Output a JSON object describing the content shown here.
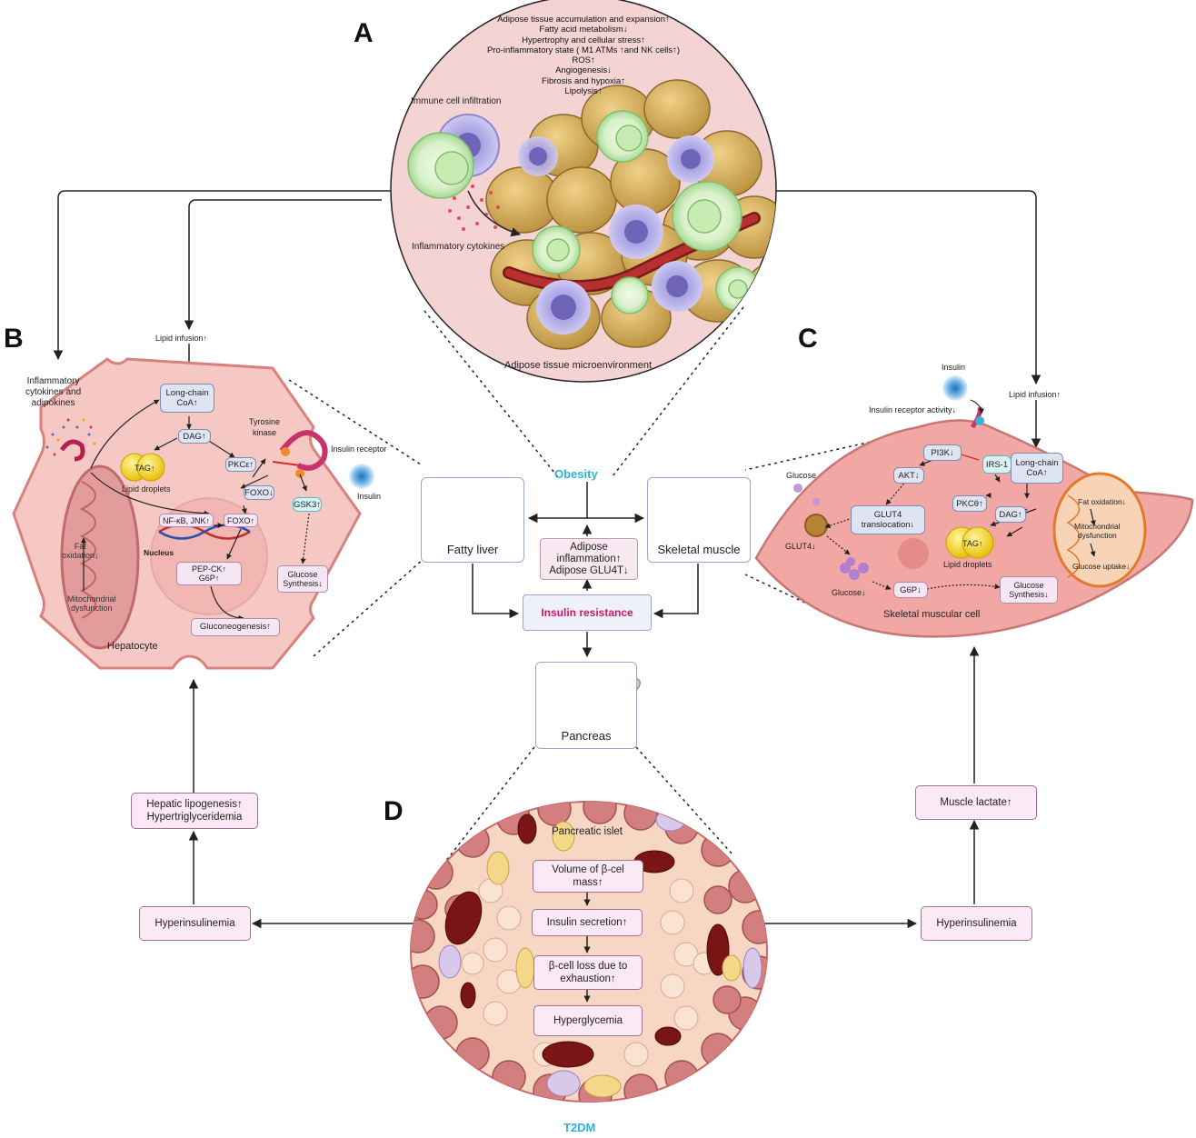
{
  "panels": {
    "a": "A",
    "b": "B",
    "c": "C",
    "d": "D"
  },
  "adipose": {
    "effects": [
      "Adipose tissue accumulation and expansion↑",
      "Fatty acid metabolism↓",
      "Hypertrophy and cellular stress↑",
      "Pro-inflammatory state ( M1 ATMs ↑and  NK cells↑)",
      "ROS↑",
      "Angiogenesis↓",
      "Fibrosis and hypoxia↑",
      "Lipolysis↑"
    ],
    "immune_label": "Immune cell  infiltration",
    "cytokines_label": "Inflammatory cytokines",
    "title": "Adipose tissue microenvironment"
  },
  "center": {
    "obesity": "Obesity",
    "fatty_liver": "Fatty liver",
    "skeletal_muscle": "Skeletal muscle",
    "adipose_inflammation": "Adipose\ninflammation↑\nAdipose GLU4T↓",
    "insulin_resistance": "Insulin resistance",
    "pancreas": "Pancreas",
    "t2dm": "T2DM"
  },
  "hepatocyte": {
    "lipid_infusion": "Lipid infusion↑",
    "inflammatory": "Inflammatory\ncytokines and\nadipokines",
    "long_chain": "Long-chain\nCoA↑",
    "dag": "DAG↑",
    "tag": "TAG↑",
    "lipid_droplets": "Lipid droplets",
    "pkce": "PKCε↑",
    "tyrosine_kinase": "Tyrosine\nkinase",
    "insulin_receptor": "Insulin receptor",
    "insulin": "Insulin",
    "foxo_down": "FOXO↓",
    "gsk3": "GSK3↑",
    "nfkb": "NF-κB, JNK↑",
    "foxo_up": "FOXO↑",
    "nucleus": "Nucleus",
    "pepck": "PEP-CK↑\nG6P↑",
    "glucose_synthesis": "Glucose\nSynthesis↓",
    "gluconeogenesis": "Gluconeogenesis↑",
    "fat_oxidation": "Fat\noxidation↓",
    "mito_dysfunction": "Mitochondrial\ndysfunction",
    "name": "Hepatocyte",
    "p": "P"
  },
  "muscle": {
    "insulin": "Insulin",
    "insulin_receptor_activity": "Insulin receptor activity↓",
    "lipid_infusion": "Lipid infusion↑",
    "pi3k": "PI3K↓",
    "irs1": "IRS-1",
    "akt": "AKT↓",
    "long_chain": "Long-chain\nCoA↑",
    "glucose_top": "Glucose",
    "glut4_translocation": "GLUT4\ntranslocation↓",
    "pkc0": "PKCθ↑",
    "dag": "DAG↑",
    "fat_oxidation": "Fat oxidation↓",
    "mito_dysfunction": "Mitochondrial\ndysfunction",
    "glucose_uptake": "Glucose uptake↓",
    "glut4": "GLUT4↓",
    "tag": "TAG↑",
    "lipid_droplets": "Lipid droplets",
    "glucose_down": "Glucose↓",
    "g6p": "G6P↓",
    "glucose_synthesis": "Glucose\nSynthesis↓",
    "name": "Skeletal muscular cell",
    "p": "P"
  },
  "islet": {
    "title": "Pancreatic islet",
    "steps": [
      "Volume of β-cel\nmass↑",
      "Insulin secretion↑",
      "β-cell loss due to\nexhaustion↑",
      "Hyperglycemia"
    ]
  },
  "outer": {
    "hepatic_lipogenesis": "Hepatic lipogenesis↑\nHypertriglyceridemia",
    "hyperinsulinemia_left": "Hyperinsulinemia",
    "hyperinsulinemia_right": "Hyperinsulinemia",
    "muscle_lactate": "Muscle lactate↑"
  },
  "colors": {
    "obesity": "#29b6d6",
    "insulin_resistance": "#d4166a",
    "t2dm": "#2bb4d8",
    "cell_pink": "#f3c2c0",
    "cell_border": "#d4807f",
    "adipose_bg": "#f4d3d3"
  }
}
